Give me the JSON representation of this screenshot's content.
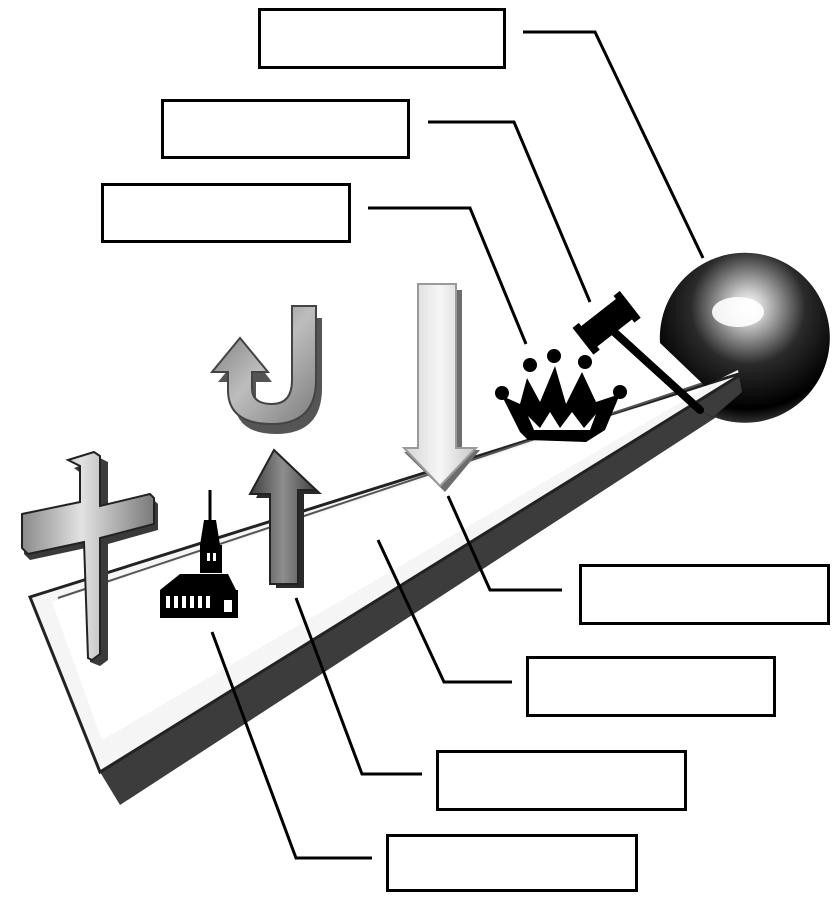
{
  "diagram": {
    "icons": [
      "cross-icon",
      "church-icon",
      "up-arrow-icon",
      "u-turn-arrow-icon",
      "down-arrow-icon",
      "crown-icon",
      "gavel-icon",
      "sphere-icon"
    ],
    "label_boxes": [
      {
        "id": "sphere",
        "text": ""
      },
      {
        "id": "gavel",
        "text": ""
      },
      {
        "id": "crown",
        "text": ""
      },
      {
        "id": "down-arrow",
        "text": ""
      },
      {
        "id": "timeline-base",
        "text": ""
      },
      {
        "id": "up-arrow",
        "text": ""
      },
      {
        "id": "church",
        "text": ""
      }
    ]
  }
}
